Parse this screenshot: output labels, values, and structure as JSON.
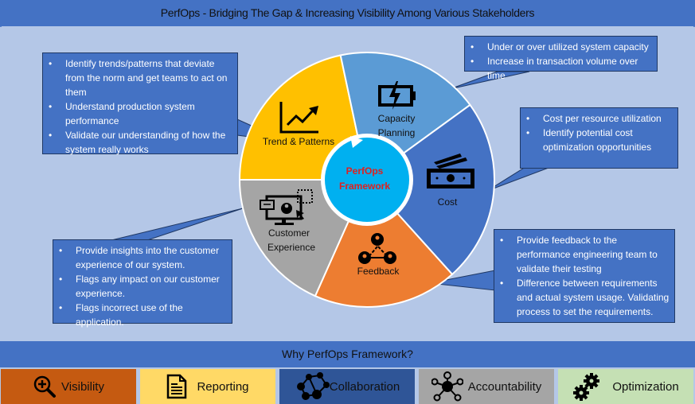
{
  "header": {
    "title": "PerfOps - Bridging The Gap & Increasing Visibility Among Various Stakeholders"
  },
  "colors": {
    "background": "#b4c7e7",
    "header": "#4472c4",
    "callout": "#4472c4",
    "trend": "#ffc000",
    "capacity": "#5b9bd5",
    "cost": "#4472c4",
    "feedback": "#ed7d31",
    "customer": "#a5a5a5",
    "hub": "#00b0f0",
    "hub_text": "#e0201e"
  },
  "wheel": {
    "hub_lines": [
      "PerfOps",
      "Framework"
    ],
    "segments": [
      {
        "id": "trend",
        "lines": [
          "Trend & Patterns"
        ],
        "icon": "trend-chart-icon"
      },
      {
        "id": "capacity",
        "lines": [
          "Capacity",
          "Planning"
        ],
        "icon": "battery-charging-icon"
      },
      {
        "id": "cost",
        "lines": [
          "Cost"
        ],
        "icon": "money-bill-icon"
      },
      {
        "id": "feedback",
        "lines": [
          "Feedback"
        ],
        "icon": "people-network-icon"
      },
      {
        "id": "customer",
        "lines": [
          "Customer",
          "Experience"
        ],
        "icon": "monitor-user-icon"
      }
    ]
  },
  "callouts": {
    "trend": [
      "Identify trends/patterns that deviate from the norm and get teams to act on them",
      "Understand production system performance",
      "Validate our understanding of how the system really works"
    ],
    "capacity": [
      "Under or over utilized system capacity",
      "Increase in transaction volume over time"
    ],
    "cost": [
      "Cost per resource utilization",
      "Identify potential cost optimization opportunities"
    ],
    "feedback": [
      "Provide feedback to the performance engineering team to validate their testing",
      "Difference between requirements and actual system usage. Validating process to set the requirements."
    ],
    "customer": [
      "Provide insights into the customer experience of our system.",
      "Flags any impact on our customer experience.",
      "Flags incorrect use of the application."
    ]
  },
  "why": {
    "title": "Why PerfOps Framework?",
    "tiles": [
      {
        "label": "Visibility",
        "icon": "magnifier-plus-icon",
        "color": "#c55a11"
      },
      {
        "label": "Reporting",
        "icon": "document-icon",
        "color": "#ffd966"
      },
      {
        "label": "Collaboration",
        "icon": "network-icon",
        "color": "#2f5597"
      },
      {
        "label": "Accountability",
        "icon": "hub-people-icon",
        "color": "#a5a5a5"
      },
      {
        "label": "Optimization",
        "icon": "gears-icon",
        "color": "#c5e0b4"
      }
    ]
  }
}
